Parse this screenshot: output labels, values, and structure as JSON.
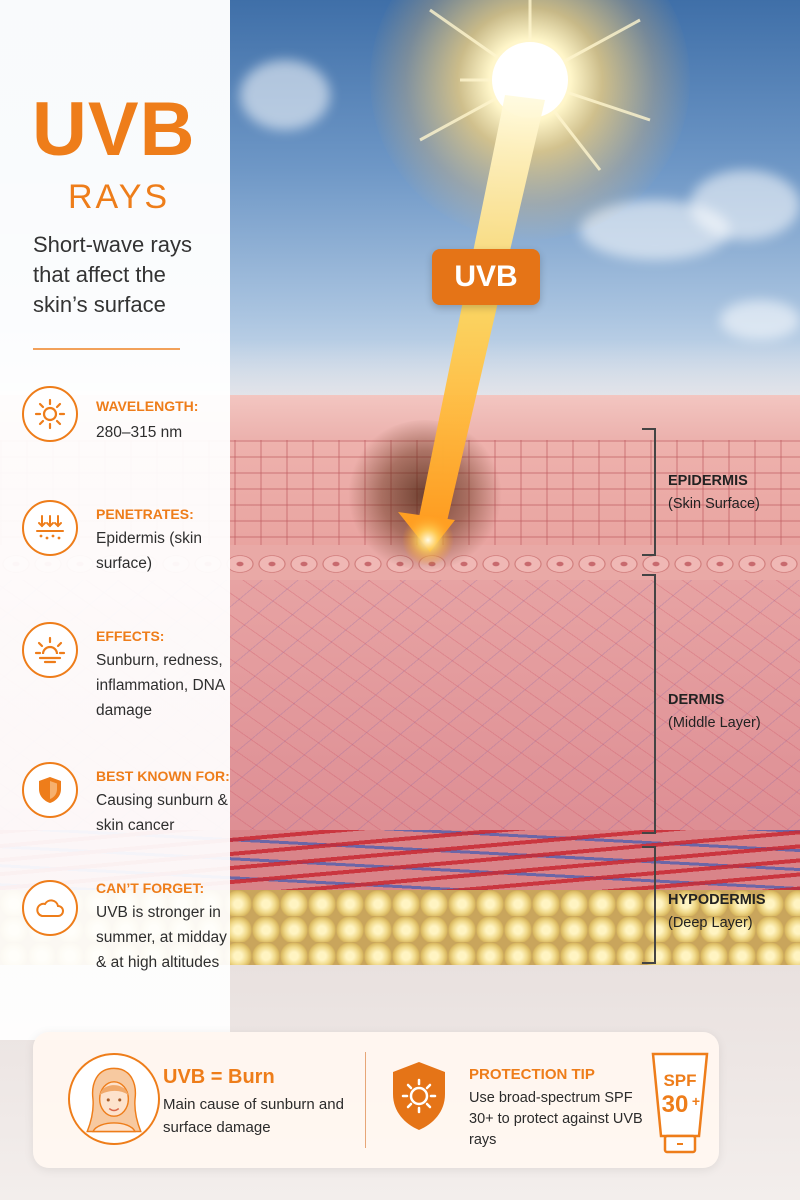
{
  "header": {
    "title": "UVB",
    "subtitle": "RAYS",
    "tagline": "Short-wave rays that affect the skin’s surface"
  },
  "features": [
    {
      "icon": "sun-icon",
      "label": "WAVELENGTH:",
      "text": "280–315 nm"
    },
    {
      "icon": "penetration-icon",
      "label": "PENETRATES:",
      "text": "Epidermis (skin surface)"
    },
    {
      "icon": "sun-horizon-icon",
      "label": "EFFECTS:",
      "text": "Sunburn, redness, inflammation, DNA damage"
    },
    {
      "icon": "shield-icon",
      "label": "BEST KNOWN FOR:",
      "text": "Causing sunburn & skin cancer"
    },
    {
      "icon": "cloud-icon",
      "label": "CAN’T FORGET:",
      "text": "UVB is stronger in summer, at midday & at high altitudes"
    }
  ],
  "ray_badge": "UVB",
  "layers": [
    {
      "name": "EPIDERMIS",
      "desc": "(Skin Surface)"
    },
    {
      "name": "DERMIS",
      "desc": "(Middle Layer)"
    },
    {
      "name": "HYPODERMIS",
      "desc": "(Deep Layer)"
    }
  ],
  "bottom": {
    "left_title": "UVB = Burn",
    "left_text": "Main cause of sunburn and surface damage",
    "right_title": "PROTECTION TIP",
    "right_text": "Use broad-spectrum SPF 30+ to protect against UVB rays",
    "spf_label": "SPF",
    "spf_value": "30",
    "spf_plus": "+"
  },
  "colors": {
    "accent": "#ee7d1a",
    "badge": "#e57417"
  }
}
